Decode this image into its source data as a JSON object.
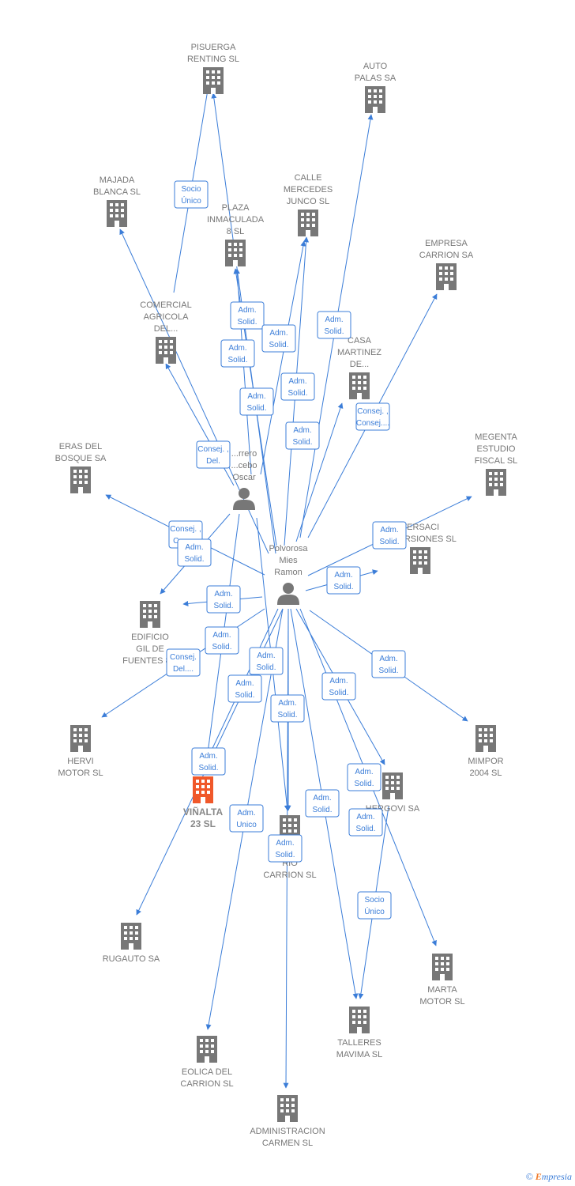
{
  "colors": {
    "edge": "#3b7dd8",
    "company": "#777777",
    "highlight": "#f0582a",
    "person": "#777777"
  },
  "nodes": [
    {
      "id": "pisuerga",
      "type": "company",
      "label": [
        "PISUERGA",
        "RENTING  SL"
      ]
    },
    {
      "id": "autopalas",
      "type": "company",
      "label": [
        "AUTO",
        "PALAS SA"
      ]
    },
    {
      "id": "majada",
      "type": "company",
      "label": [
        "MAJADA",
        "BLANCA  SL"
      ]
    },
    {
      "id": "calle",
      "type": "company",
      "label": [
        "CALLE",
        "MERCEDES",
        "JUNCO  SL"
      ]
    },
    {
      "id": "plaza",
      "type": "company",
      "label": [
        "PLAZA",
        "INMACULADA",
        "8  SL"
      ]
    },
    {
      "id": "empresa",
      "type": "company",
      "label": [
        "EMPRESA",
        "CARRION SA"
      ]
    },
    {
      "id": "comercial",
      "type": "company",
      "label": [
        "COMERCIAL",
        "AGRICOLA",
        "DEL..."
      ]
    },
    {
      "id": "casa",
      "type": "company",
      "label": [
        "CASA",
        "MARTINEZ",
        "DE..."
      ]
    },
    {
      "id": "eras",
      "type": "company",
      "label": [
        "ERAS DEL",
        "BOSQUE SA"
      ]
    },
    {
      "id": "magenta",
      "type": "company",
      "label": [
        "MEGENTA",
        "ESTUDIO",
        "FISCAL  SL"
      ]
    },
    {
      "id": "versaci",
      "type": "company",
      "label": [
        "VERSACI",
        "INVERSIONES SL"
      ]
    },
    {
      "id": "edificio",
      "type": "company",
      "label": [
        "EDIFICIO",
        "GIL DE",
        "FUENTES 8..."
      ]
    },
    {
      "id": "hervi",
      "type": "company",
      "label": [
        "HERVI",
        "MOTOR  SL"
      ]
    },
    {
      "id": "mimpor",
      "type": "company",
      "label": [
        "MIMPOR",
        "2004 SL"
      ]
    },
    {
      "id": "vinalta",
      "type": "company-highlight",
      "label": [
        "VIÑALTA",
        "23  SL"
      ]
    },
    {
      "id": "hergovi",
      "type": "company",
      "label": [
        "HERGOVI SA"
      ]
    },
    {
      "id": "rio",
      "type": "company",
      "label": [
        "...DO",
        "RIO",
        "CARRION  SL"
      ]
    },
    {
      "id": "rugauto",
      "type": "company",
      "label": [
        "RUGAUTO SA"
      ]
    },
    {
      "id": "marta",
      "type": "company",
      "label": [
        "MARTA",
        "MOTOR  SL"
      ]
    },
    {
      "id": "talleres",
      "type": "company",
      "label": [
        "TALLERES",
        "MAVIMA SL"
      ]
    },
    {
      "id": "eolica",
      "type": "company",
      "label": [
        "EOLICA DEL",
        "CARRION SL"
      ]
    },
    {
      "id": "administracion",
      "type": "company",
      "label": [
        "ADMINISTRACION",
        "CARMEN SL"
      ]
    },
    {
      "id": "oscar",
      "type": "person",
      "label": [
        "...rrero",
        "...cebo",
        "Oscar"
      ]
    },
    {
      "id": "ramon",
      "type": "person",
      "label": [
        "Polvorosa",
        "Mies",
        "Ramon"
      ]
    }
  ],
  "edges": [
    {
      "from": "comercial",
      "to": "pisuerga",
      "label": [
        "Socio",
        "Único"
      ]
    },
    {
      "from": "ramon",
      "to": "pisuerga",
      "label": [
        "Adm.",
        "Solid."
      ]
    },
    {
      "from": "ramon",
      "to": "autopalas",
      "label": [
        "Adm.",
        "Solid."
      ]
    },
    {
      "from": "ramon",
      "to": "majada",
      "label": [
        "Adm.",
        "Solid."
      ]
    },
    {
      "from": "oscar",
      "to": "calle",
      "label": [
        "Adm.",
        "Solid."
      ]
    },
    {
      "from": "ramon",
      "to": "calle",
      "label": [
        "Adm.",
        "Solid."
      ]
    },
    {
      "from": "oscar",
      "to": "plaza",
      "label": [
        "Adm.",
        "Solid."
      ]
    },
    {
      "from": "ramon",
      "to": "plaza",
      "label": [
        "Adm.",
        "Solid."
      ]
    },
    {
      "from": "ramon",
      "to": "empresa",
      "label": [
        "Consej. ,",
        "Consej...."
      ]
    },
    {
      "from": "ramon",
      "to": "casa",
      "label": [
        "Adm.",
        "Solid."
      ]
    },
    {
      "from": "oscar",
      "to": "comercial",
      "label": [
        "Consej. ,",
        "Del."
      ]
    },
    {
      "from": "ramon",
      "to": "eras",
      "label": [
        "Consej. ,",
        "Cons..."
      ]
    },
    {
      "from": "ramon",
      "to": "magenta",
      "label": [
        "Adm.",
        "Solid."
      ]
    },
    {
      "from": "ramon",
      "to": "versaci",
      "label": [
        "Adm.",
        "Solid."
      ]
    },
    {
      "from": "oscar",
      "to": "edificio",
      "label": [
        "Adm.",
        "Solid."
      ]
    },
    {
      "from": "ramon",
      "to": "edificio",
      "label": [
        "Adm.",
        "Solid."
      ]
    },
    {
      "from": "ramon",
      "to": "hervi",
      "label": [
        "Adm.",
        "Solid."
      ]
    },
    {
      "from": "ramon",
      "to": "mimpor",
      "label": [
        "Consej.",
        "Del...."
      ]
    },
    {
      "from": "oscar",
      "to": "vinalta",
      "label": [
        "Adm.",
        "Solid."
      ]
    },
    {
      "from": "ramon",
      "to": "vinalta",
      "label": [
        "Adm.",
        "Solid."
      ]
    },
    {
      "from": "ramon",
      "to": "hergovi",
      "label": [
        "Adm.",
        "Solid."
      ]
    },
    {
      "from": "oscar",
      "to": "rio",
      "label": [
        "Adm.",
        "Solid."
      ]
    },
    {
      "from": "ramon",
      "to": "rio",
      "label": [
        "Adm.",
        "Solid."
      ]
    },
    {
      "from": "ramon",
      "to": "rugauto",
      "label": [
        "Adm.",
        "Solid."
      ]
    },
    {
      "from": "ramon",
      "to": "marta",
      "label": [
        "Adm.",
        "Solid."
      ]
    },
    {
      "from": "ramon",
      "to": "talleres",
      "label": [
        "Adm.",
        "Solid."
      ]
    },
    {
      "from": "hergovi",
      "to": "talleres",
      "label": [
        "Socio",
        "Único"
      ]
    },
    {
      "from": "ramon",
      "to": "eolica",
      "label": [
        "Adm.",
        "Unico"
      ]
    },
    {
      "from": "ramon",
      "to": "administracion",
      "label": [
        "Adm.",
        "Solid."
      ]
    }
  ],
  "brand": {
    "copyright": "©",
    "name_first": "E",
    "name_rest": "mpresia"
  }
}
